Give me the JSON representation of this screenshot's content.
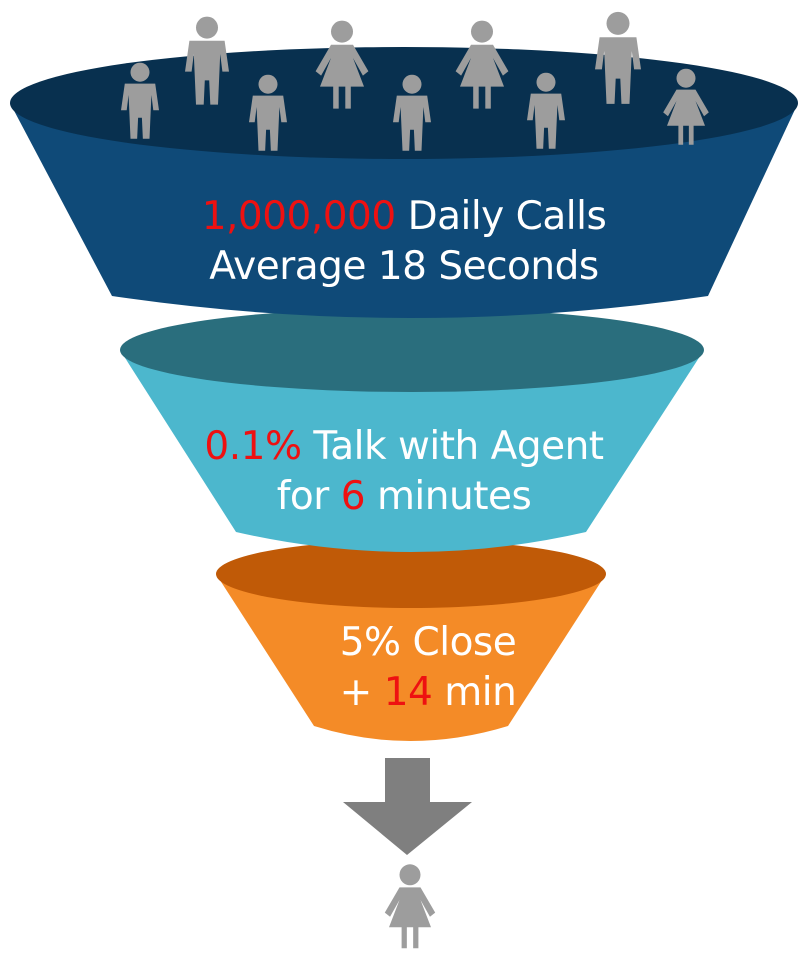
{
  "colors": {
    "top_body": "#0f4a78",
    "top_rim": "#08304f",
    "mid_body": "#4cb7cd",
    "mid_rim": "#2a6e7d",
    "bot_body": "#f48b27",
    "bot_rim": "#c05a07",
    "highlight": "#ee1111",
    "person": "#9d9d9d",
    "arrow": "#7f7f7f"
  },
  "icons": [
    "person-male-icon",
    "person-female-icon",
    "down-arrow-icon"
  ],
  "stages": {
    "top": {
      "line1": {
        "highlight": "1,000,000",
        "rest": " Daily Calls"
      },
      "line2": {
        "text": "Average 18 Seconds"
      }
    },
    "middle": {
      "line1": {
        "highlight": "0.1%",
        "rest": " Talk with Agent"
      },
      "line2": {
        "before": "for ",
        "highlight": "6",
        "after": " minutes"
      }
    },
    "bottom": {
      "line1": {
        "text": "5% Close"
      },
      "line2": {
        "before": "+ ",
        "highlight": "14",
        "after": " min"
      }
    }
  }
}
